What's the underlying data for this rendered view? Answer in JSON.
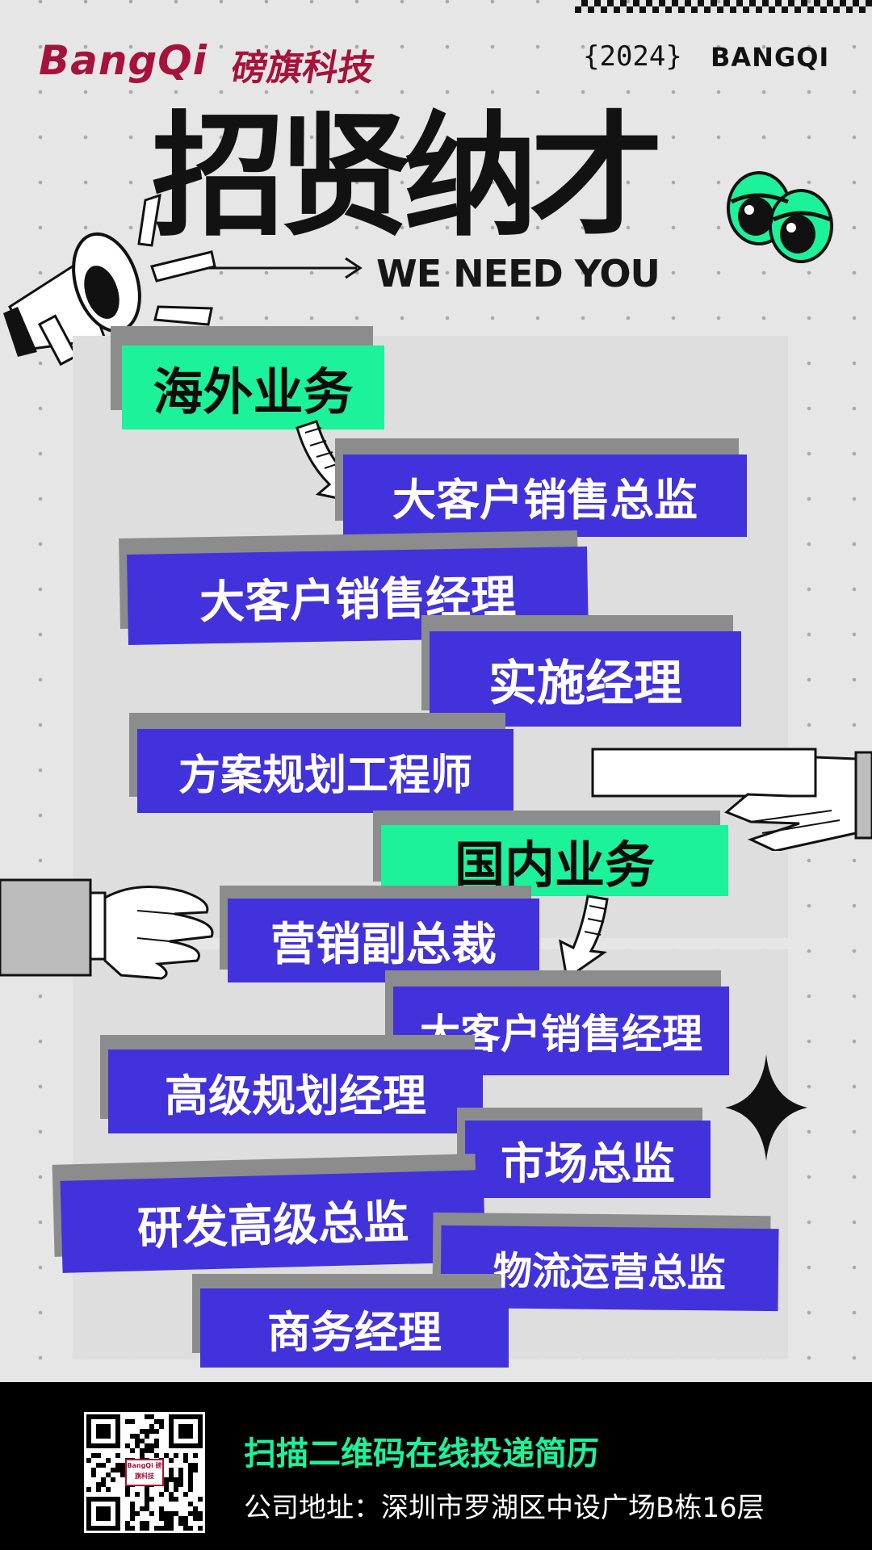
{
  "header": {
    "brand_en": "BangQi",
    "brand_cn": "磅旗科技",
    "year": "{2024}",
    "brand_right": "BANGQI"
  },
  "headline": {
    "title": "招贤纳才",
    "subtitle": "WE NEED YOU"
  },
  "overseas": {
    "section_label": "海外业务",
    "jobs": [
      "大客户销售总监",
      "大客户销售经理",
      "实施经理",
      "方案规划工程师"
    ]
  },
  "domestic": {
    "section_label": "国内业务",
    "jobs": [
      "营销副总裁",
      "大客户销售经理",
      "高级规划经理",
      "市场总监",
      "研发高级总监",
      "物流运营总监",
      "商务经理"
    ]
  },
  "footer": {
    "qr_logo_text": "BangQi 磅旗科技",
    "cta": "扫描二维码在线投递简历",
    "address": "公司地址：深圳市罗湖区中设广场B栋16层"
  },
  "colors": {
    "brand": "#a5123a",
    "job_bg": "#4232dc",
    "accent_green": "#1cf29a",
    "shadow": "#8c8c8c",
    "background": "#e6e6e6",
    "footer_bg": "#000000"
  },
  "icons": [
    "megaphone-icon",
    "eyes-icon",
    "hand-holding-card-icon",
    "hand-pointing-icon",
    "down-arrow-icon",
    "sparkle-icon",
    "qr-code"
  ]
}
